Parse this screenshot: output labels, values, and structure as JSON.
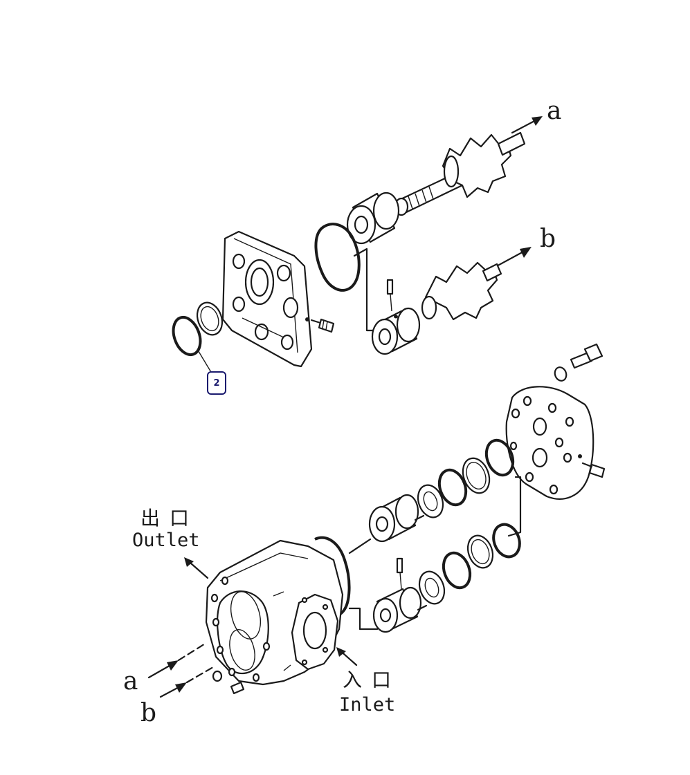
{
  "diagram": {
    "labels": {
      "a_top": "a",
      "b_top": "b",
      "a_bottom": "a",
      "b_bottom": "b",
      "outlet_cn": "出口",
      "outlet_en": "Outlet",
      "inlet_cn": "入口",
      "inlet_en": "Inlet"
    },
    "callouts": [
      {
        "number": "2"
      }
    ]
  }
}
